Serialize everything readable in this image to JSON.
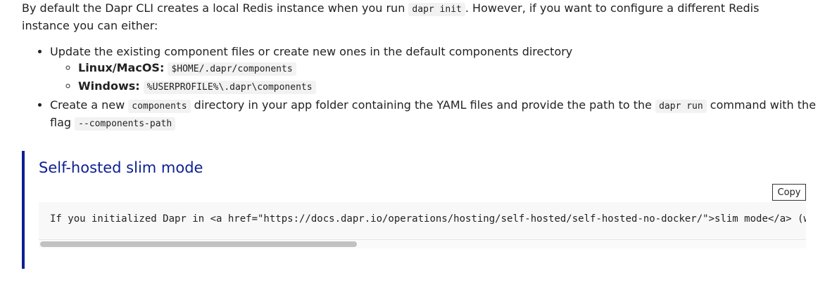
{
  "intro": {
    "before_code": "By default the Dapr CLI creates a local Redis instance when you run ",
    "code": "dapr init",
    "after_code": ". However, if you want to configure a different Redis instance you can either:"
  },
  "list": {
    "item1": {
      "text": "Update the existing component files or create new ones in the default components directory",
      "subitems": [
        {
          "label": "Linux/MacOS:",
          "code": "$HOME/.dapr/components"
        },
        {
          "label": "Windows:",
          "code": "%USERPROFILE%\\.dapr\\components"
        }
      ]
    },
    "item2": {
      "t1": "Create a new ",
      "c1": "components",
      "t2": " directory in your app folder containing the YAML files and provide the path to the ",
      "c2": "dapr run",
      "t3": " command with the flag ",
      "c3": "--components-path"
    }
  },
  "note": {
    "title": "Self-hosted slim mode",
    "copy_label": "Copy",
    "code_text": "If you initialized Dapr in <a href=\"https://docs.dapr.io/operations/hosting/self-hosted/self-hosted-no-docker/\">slim mode</a> (without Docker)"
  },
  "colors": {
    "accent": "#0d2192",
    "code_bg": "#f2f2f2"
  }
}
